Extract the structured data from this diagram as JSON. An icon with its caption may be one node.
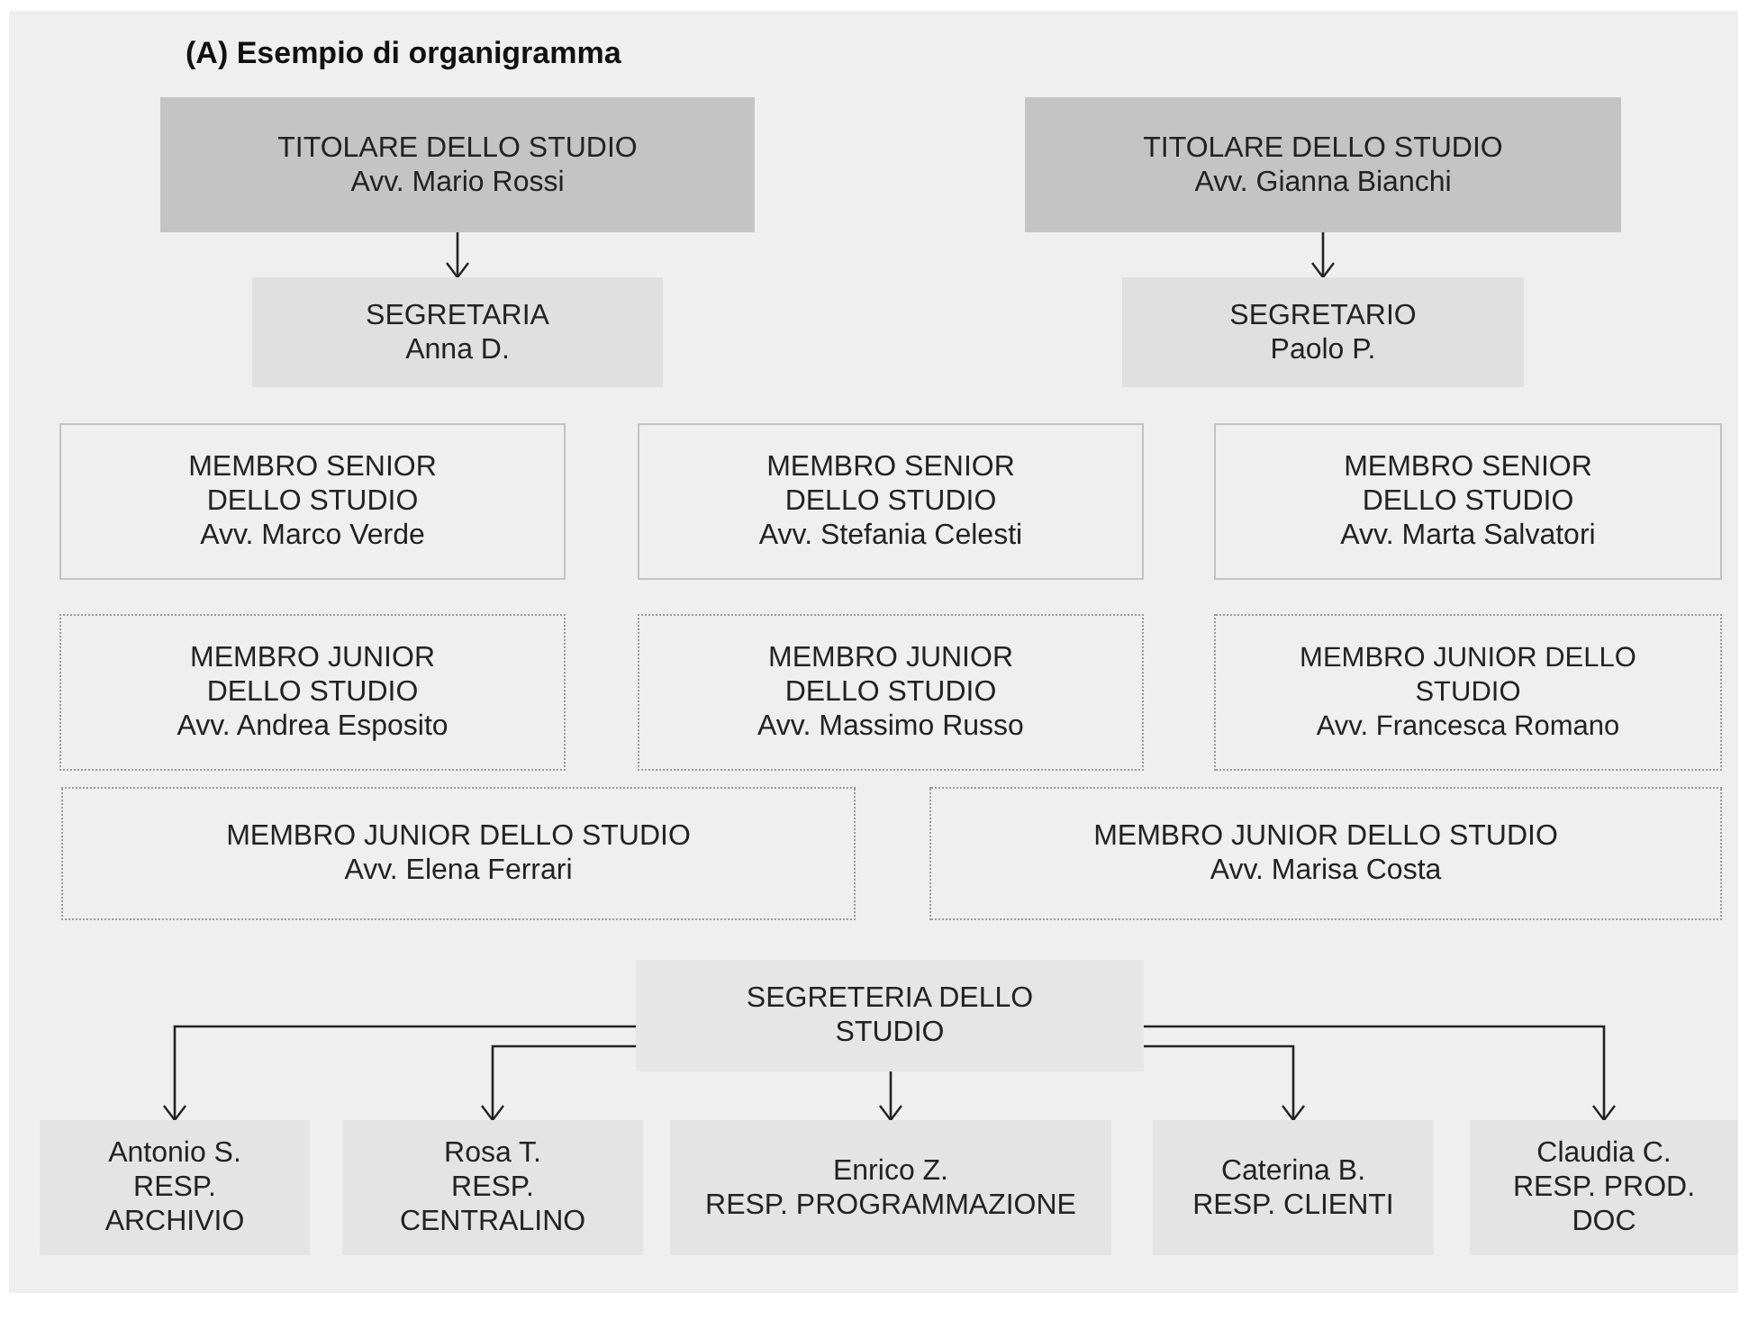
{
  "diagram": {
    "title": "(A) Esempio di organigramma",
    "nodes": [
      {
        "text": [
          "TITOLARE DELLO STUDIO",
          "Avv. Mario Rossi"
        ]
      },
      {
        "text": [
          "TITOLARE DELLO STUDIO",
          "Avv. Gianna Bianchi"
        ]
      },
      {
        "text": [
          "SEGRETARIA",
          "Anna D."
        ]
      },
      {
        "text": [
          "SEGRETARIO",
          "Paolo P."
        ]
      },
      {
        "text": [
          "MEMBRO SENIOR DELLO STUDIO",
          "Avv. Marco Verde"
        ]
      },
      {
        "text": [
          "MEMBRO SENIOR DELLO STUDIO",
          "Avv. Stefania Celesti"
        ]
      },
      {
        "text": [
          "MEMBRO SENIOR DELLO STUDIO",
          "Avv. Marta Salvatori"
        ]
      },
      {
        "text": [
          "MEMBRO JUNIOR DELLO STUDIO",
          "Avv. Andrea Esposito"
        ]
      },
      {
        "text": [
          "MEMBRO JUNIOR DELLO STUDIO",
          "Avv. Massimo Russo"
        ]
      },
      {
        "text": [
          "MEMBRO JUNIOR DELLO STUDIO",
          "Avv. Francesca Romano"
        ]
      },
      {
        "text": [
          "MEMBRO JUNIOR DELLO STUDIO",
          "Avv. Elena Ferrari"
        ]
      },
      {
        "text": [
          "MEMBRO JUNIOR DELLO STUDIO",
          "Avv. Marisa Costa"
        ]
      },
      {
        "text": [
          "SEGRETERIA DELLO STUDIO"
        ]
      },
      {
        "text": [
          "Antonio S.",
          "RESP. ARCHIVIO"
        ]
      },
      {
        "text": [
          "Rosa T.",
          "RESP. CENTRALINO"
        ]
      },
      {
        "text": [
          "Enrico Z.",
          "RESP. PROGRAMMAZIONE"
        ]
      },
      {
        "text": [
          "Caterina B.",
          "RESP. CLIENTI"
        ]
      },
      {
        "text": [
          "Claudia C.",
          "RESP. PROD. DOC"
        ]
      }
    ],
    "edges": [
      {
        "from": 0,
        "to": 2,
        "arrow": "to"
      },
      {
        "from": 1,
        "to": 3,
        "arrow": "to"
      },
      {
        "from": 12,
        "to": 13,
        "arrow": "to"
      },
      {
        "from": 12,
        "to": 14,
        "arrow": "to"
      },
      {
        "from": 12,
        "to": 15,
        "arrow": "to"
      },
      {
        "from": 12,
        "to": 16,
        "arrow": "to"
      },
      {
        "from": 12,
        "to": 17,
        "arrow": "to"
      }
    ]
  }
}
